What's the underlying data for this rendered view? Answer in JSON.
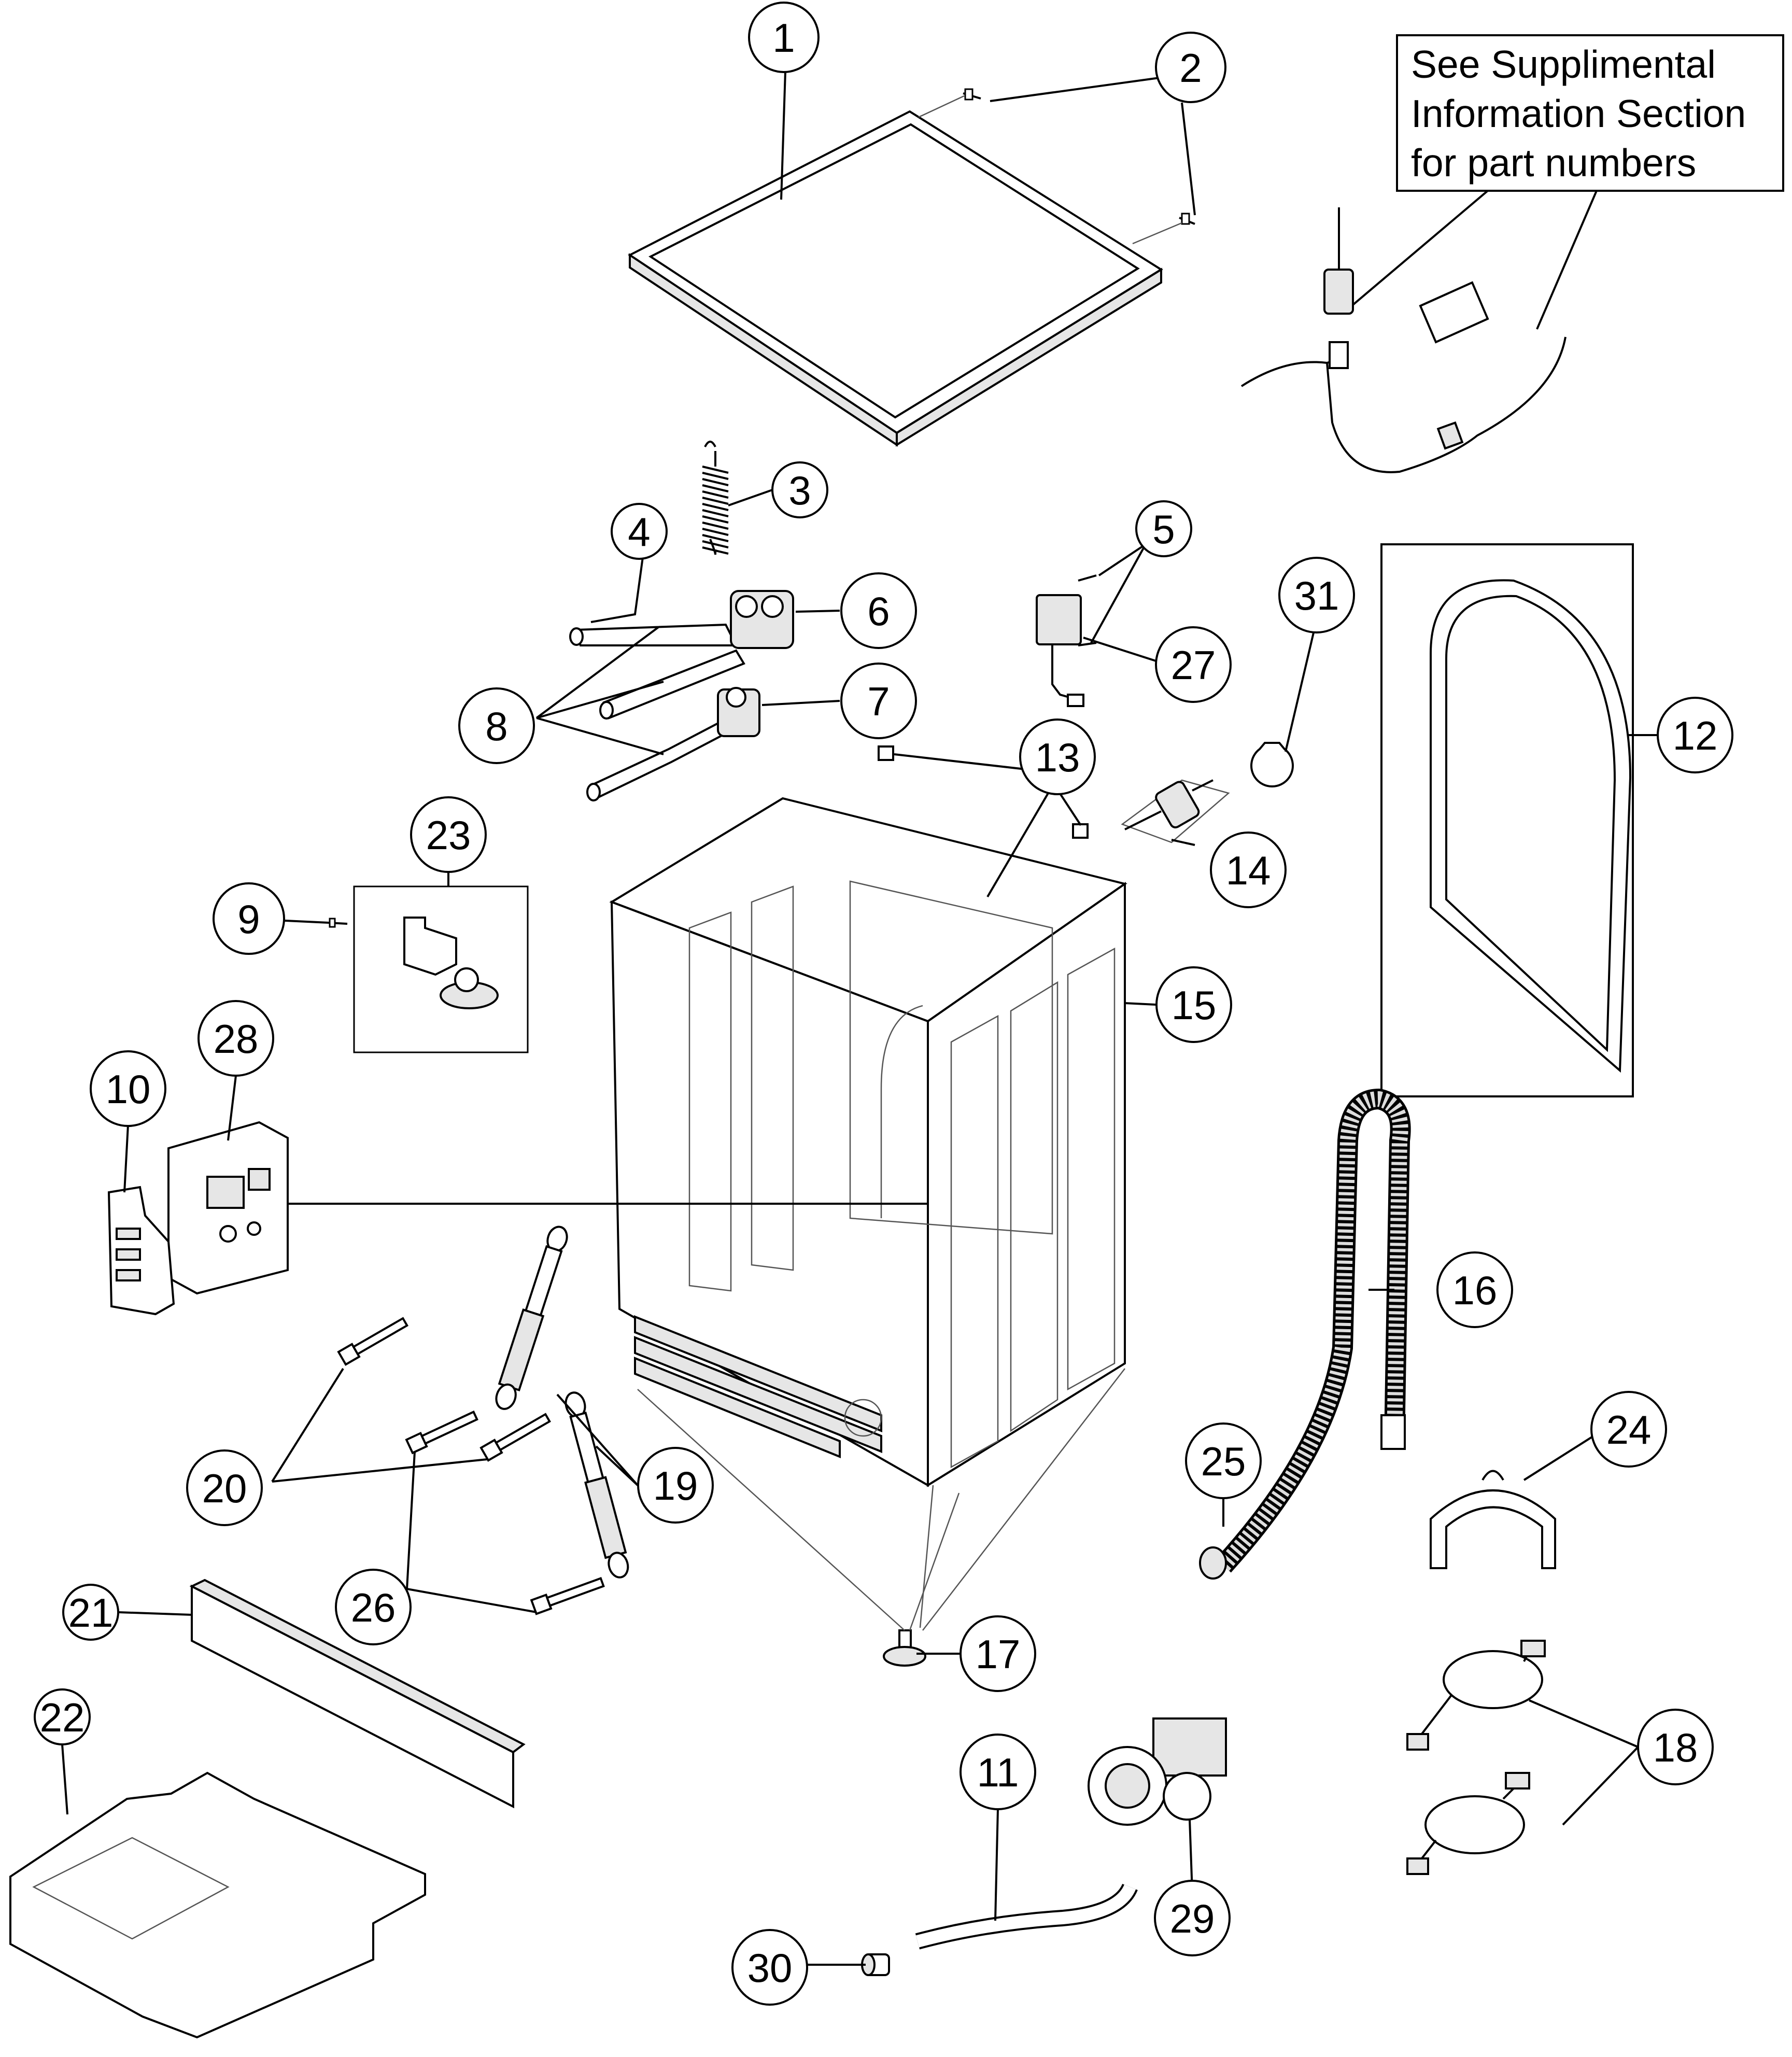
{
  "note": {
    "lines": [
      "See Supplimental",
      "Information Section",
      "for part numbers"
    ]
  },
  "callouts": [
    "1",
    "2",
    "3",
    "4",
    "5",
    "6",
    "7",
    "8",
    "9",
    "10",
    "11",
    "12",
    "13",
    "14",
    "15",
    "16",
    "17",
    "18",
    "19",
    "20",
    "21",
    "22",
    "23",
    "24",
    "25",
    "26",
    "27",
    "28",
    "29",
    "30",
    "31"
  ]
}
